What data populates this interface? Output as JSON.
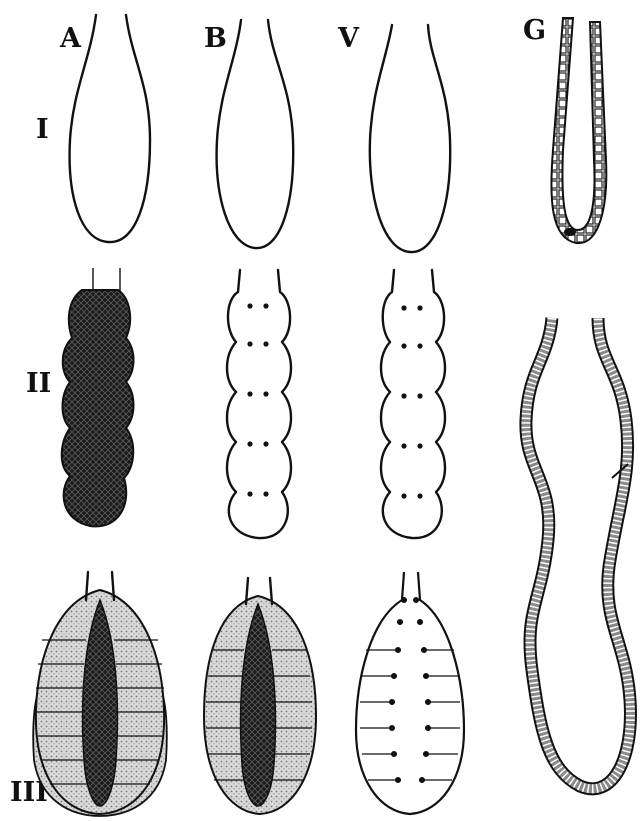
{
  "column_labels": [
    "A",
    "B",
    "V",
    "G"
  ],
  "row_labels": [
    "I",
    "II",
    "III"
  ],
  "colors": {
    "ink": "#111111",
    "dark_fill": "#1a1a1a",
    "stipple": "#bdbdbd",
    "epithelium": "#8a8a8a",
    "background": "#ffffff"
  }
}
